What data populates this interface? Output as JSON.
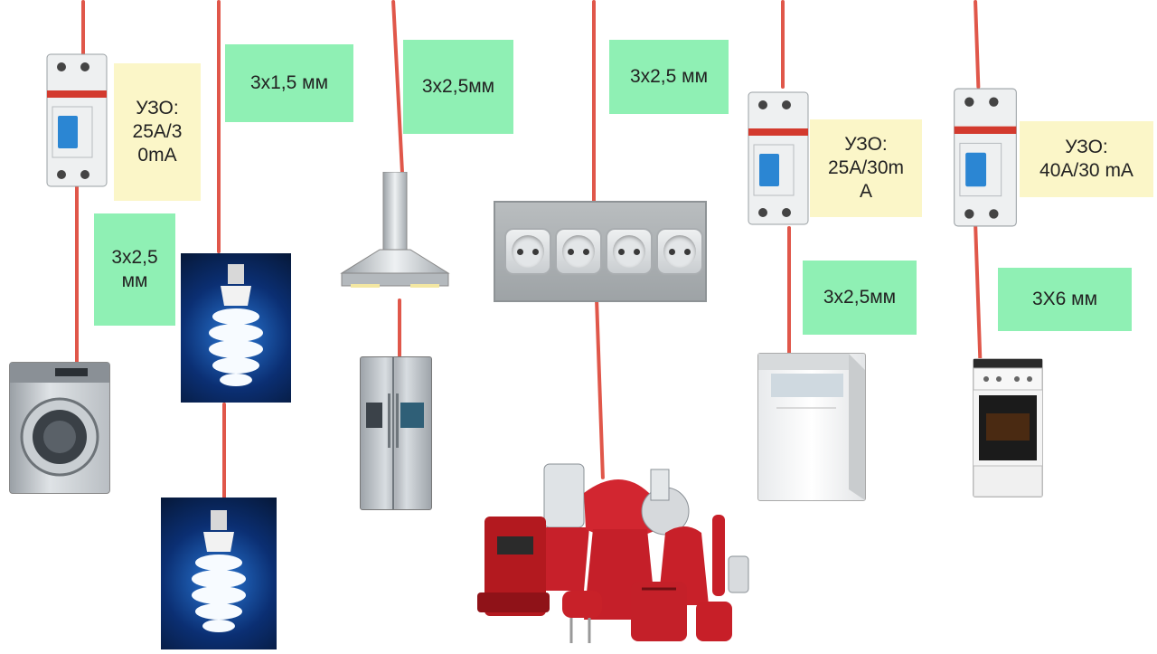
{
  "labels": {
    "rcd1": "УЗО:\n25А/3\n0mA",
    "cable_washer": "3х2,5\nмм",
    "cable_lights": "3х1,5 мм",
    "cable_hood": "3х2,5мм",
    "cable_sockets": "3х2,5 мм",
    "rcd2": "УЗО:\n25А/30m\nA",
    "cable_dishwasher": "3х2,5мм",
    "rcd3": "УЗО:\n40А/30 mA",
    "cable_stove": "3Х6 мм"
  },
  "icons": {
    "rcd1": "rcd-breaker-icon",
    "rcd2": "rcd-breaker-icon",
    "rcd3": "rcd-breaker-icon",
    "washer": "washing-machine-icon",
    "lamp1": "energy-saving-lamp-icon",
    "lamp2": "energy-saving-lamp-icon",
    "hood": "range-hood-icon",
    "fridge": "refrigerator-icon",
    "sockets": "socket-panel-icon",
    "appliances": "small-kitchen-appliances-icon",
    "dishwasher": "dishwasher-icon",
    "stove": "electric-stove-icon"
  },
  "colors": {
    "wire": "#e0574a",
    "cable_label": "#8ff0b4",
    "rcd_label": "#fbf6c8"
  }
}
